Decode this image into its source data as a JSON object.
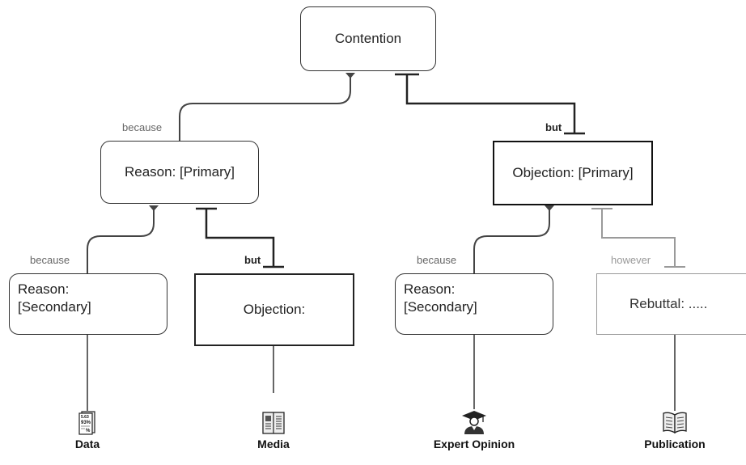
{
  "nodes": {
    "contention": "Contention",
    "reason_primary": "Reason: [Primary]",
    "objection_primary": "Objection: [Primary]",
    "reason_secondary_left": "Reason:\n[Secondary]",
    "objection_left": "Objection:",
    "reason_secondary_right": "Reason:\n[Secondary]",
    "rebuttal": "Rebuttal: ....."
  },
  "connectors": {
    "because_1": "because",
    "but_1": "but",
    "because_2": "because",
    "but_2": "but",
    "because_3": "because",
    "however": "however"
  },
  "evidence": {
    "data": {
      "label": "Data",
      "icon": "data-sheet-icon",
      "figures": [
        "5.63",
        "93%",
        "%"
      ]
    },
    "media": {
      "label": "Media",
      "icon": "media-icon"
    },
    "expert": {
      "label": "Expert Opinion",
      "icon": "graduate-icon"
    },
    "publication": {
      "label": "Publication",
      "icon": "book-icon"
    }
  }
}
